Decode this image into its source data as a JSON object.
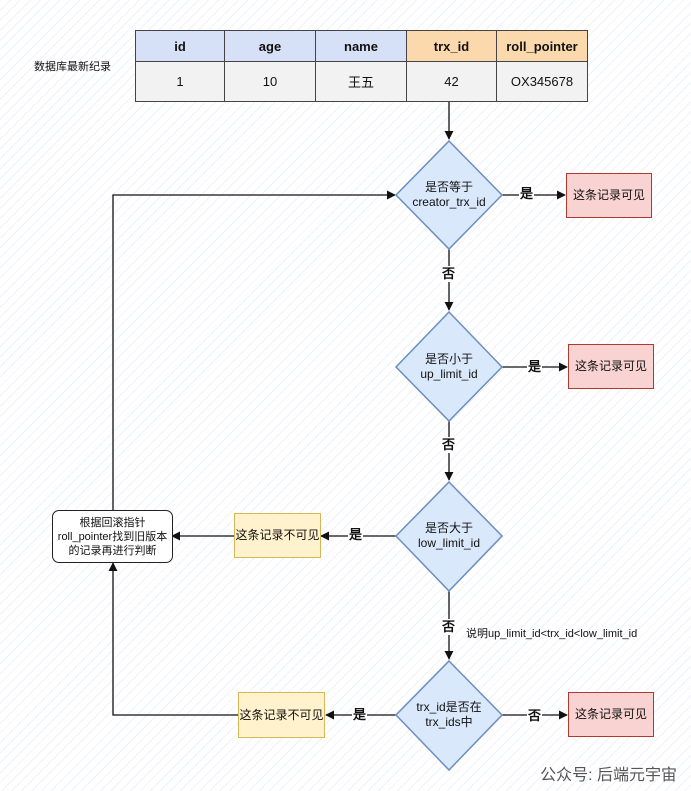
{
  "db_label": "数据库最新纪录",
  "table": {
    "headers": [
      "id",
      "age",
      "name",
      "trx_id",
      "roll_pointer"
    ],
    "row": [
      "1",
      "10",
      "王五",
      "42",
      "OX345678"
    ],
    "highlight_color": "#fcd9ad",
    "header_color": "#d6e0f7"
  },
  "decisions": {
    "d1": [
      "是否等于",
      "creator_trx_id"
    ],
    "d2": [
      "是否小于",
      "up_limit_id"
    ],
    "d3": [
      "是否大于",
      "low_limit_id"
    ],
    "d4": [
      "trx_id是否在",
      "trx_ids中"
    ]
  },
  "results": {
    "visible_1": "这条记录可见",
    "visible_2": "这条记录可见",
    "invisible_3": "这条记录不可见",
    "invisible_4": "这条记录不可见",
    "visible_4": "这条记录可见"
  },
  "rollback": [
    "根据回滚指针",
    "roll_pointer找到旧版本",
    "的记录再进行判断"
  ],
  "labels": {
    "yes": "是",
    "no": "否"
  },
  "note": "说明up_limit_id<trx_id<low_limit_id",
  "watermark": "公众号: 后端元宇宙",
  "colors": {
    "diamond_fill": "#dae8fc",
    "diamond_stroke": "#6c8ebf",
    "visible_fill": "#f8d3d1",
    "visible_stroke": "#b0392f",
    "invisible_fill": "#fff2cc",
    "invisible_stroke": "#d6b656"
  }
}
